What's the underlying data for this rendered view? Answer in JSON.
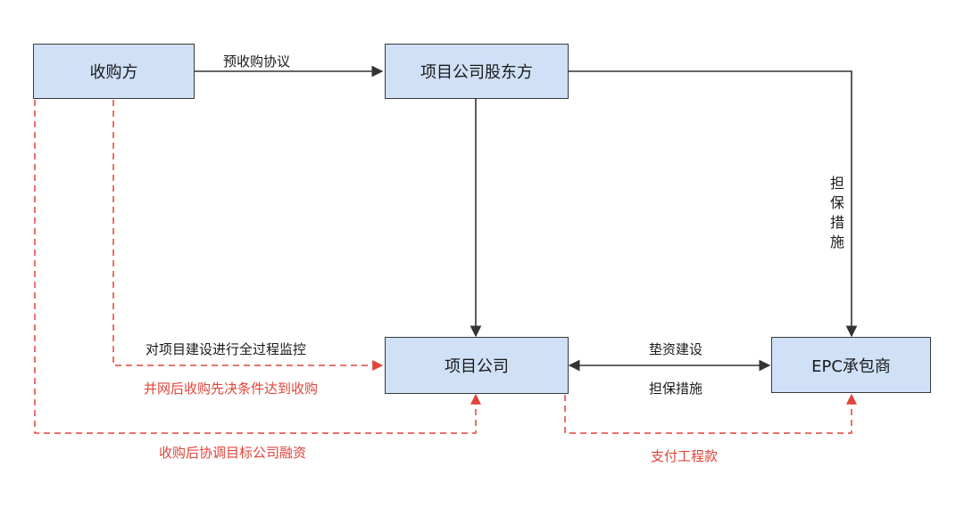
{
  "nodes": {
    "acquirer": "收购方",
    "project_shareholder": "项目公司股东方",
    "project_company": "项目公司",
    "epc": "EPC承包商"
  },
  "edges": {
    "pre_acquisition": "预收购协议",
    "guarantee_vertical": "担保措施",
    "full_process_monitoring": "对项目建设进行全过程监控",
    "grid_condition_acquisition": "并网后收购先决条件达到收购",
    "post_acquisition_financing": "收购后协调目标公司融资",
    "advance_construction": "垫资建设",
    "guarantee_horizontal": "担保措施",
    "pay_engineering": "支付工程款"
  },
  "colors": {
    "node_fill": "#cfe0f7",
    "solid_line": "#333333",
    "dashed_line": "#e0443a"
  }
}
